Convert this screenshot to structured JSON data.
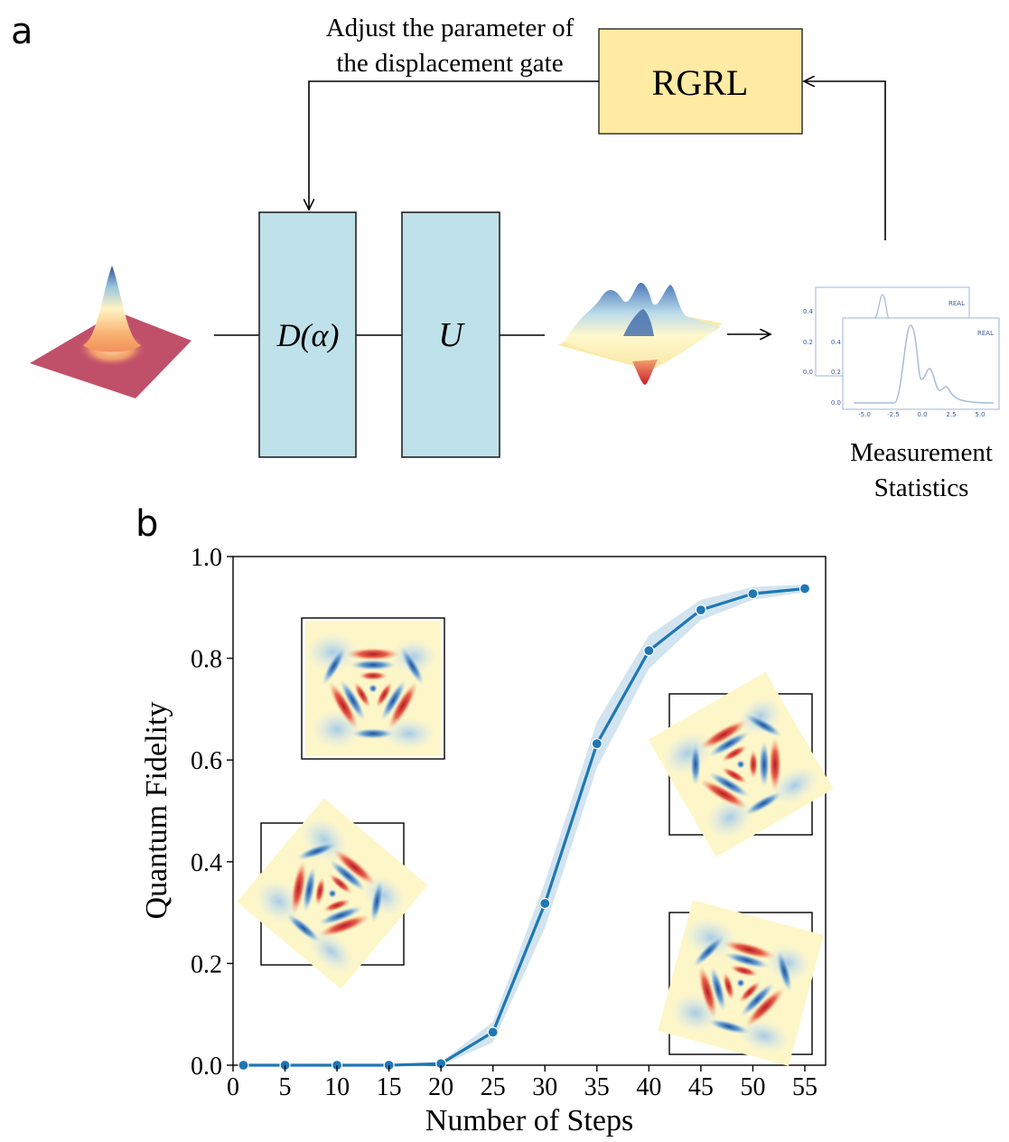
{
  "panel_a": {
    "label": "a",
    "feedback_text_line1": "Adjust the parameter of",
    "feedback_text_line2": "the displacement gate",
    "controller_label": "RGRL",
    "gate_d_label": "D(α)",
    "gate_u_label": "U",
    "measurement_line1": "Measurement",
    "measurement_line2": "Statistics",
    "plot_tag_back": "REAL",
    "plot_tag_front": "REAL",
    "plot_back_yticks": [
      "0.4",
      "0.2",
      "0.0"
    ],
    "plot_front_yticks": [
      "0.4",
      "0.2",
      "0.0"
    ],
    "plot_front_xticks": [
      "-5.0",
      "-2.5",
      "0.0",
      "2.5",
      "5.0"
    ],
    "colors": {
      "controller_fill": "#ffeba3",
      "gate_fill": "#bfe1ea",
      "plane_fill": "#c0506a"
    }
  },
  "panel_b": {
    "label": "b",
    "chart_data": {
      "type": "line",
      "xlabel": "Number of Steps",
      "ylabel": "Quantum Fidelity",
      "xlim": [
        0,
        57
      ],
      "ylim": [
        0,
        1.0
      ],
      "xticks": [
        0,
        5,
        10,
        15,
        20,
        25,
        30,
        35,
        40,
        45,
        50,
        55
      ],
      "yticks": [
        "0.0",
        "0.2",
        "0.4",
        "0.6",
        "0.8",
        "1.0"
      ],
      "series": [
        {
          "x": [
            1,
            5,
            10,
            15,
            20,
            25,
            30,
            35,
            40,
            45,
            50,
            55
          ],
          "y": [
            0.0,
            0.0,
            0.0,
            0.0,
            0.003,
            0.065,
            0.318,
            0.632,
            0.815,
            0.895,
            0.927,
            0.937
          ],
          "y_low": [
            0.0,
            0.0,
            0.0,
            0.0,
            0.0,
            0.045,
            0.27,
            0.585,
            0.78,
            0.875,
            0.915,
            0.93
          ],
          "y_high": [
            0.0,
            0.0,
            0.0,
            0.0,
            0.006,
            0.085,
            0.36,
            0.675,
            0.845,
            0.915,
            0.94,
            0.945
          ],
          "color": "#1f77b4"
        }
      ],
      "grid": false
    }
  }
}
